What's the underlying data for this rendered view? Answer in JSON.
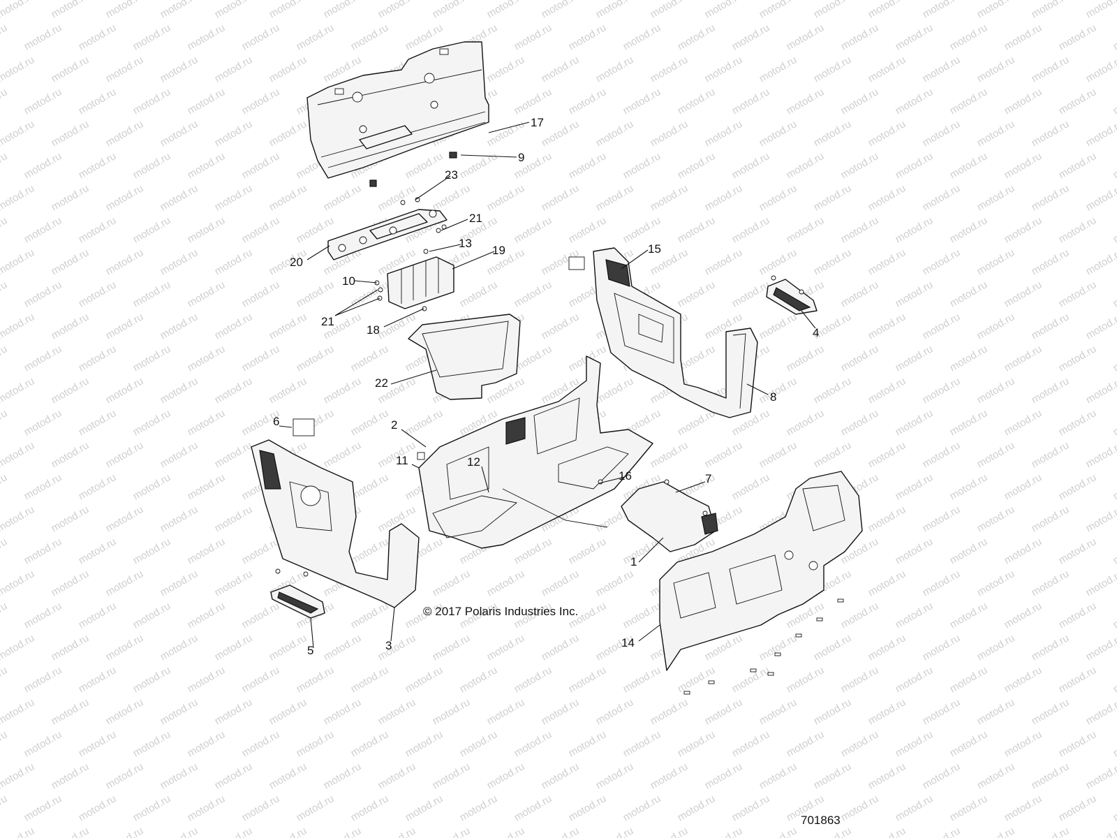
{
  "watermark": "motod.ru",
  "copyright": "© 2017 Polaris Industries Inc.",
  "diagram_number": "701863",
  "callouts": [
    "17",
    "9",
    "23",
    "21",
    "13",
    "19",
    "20",
    "10",
    "21",
    "18",
    "15",
    "4",
    "22",
    "8",
    "6",
    "2",
    "11",
    "12",
    "16",
    "7",
    "1",
    "3",
    "5",
    "14"
  ]
}
